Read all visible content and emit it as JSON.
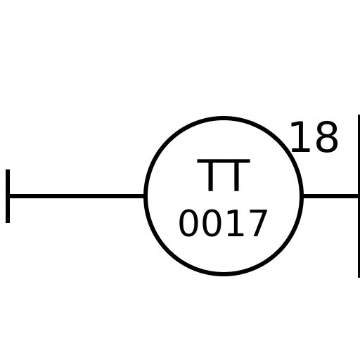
{
  "instrument": {
    "function_code": "TT",
    "loop_number": "0017"
  },
  "line_reference": "18",
  "colors": {
    "stroke": "#000000",
    "background": "#ffffff"
  }
}
